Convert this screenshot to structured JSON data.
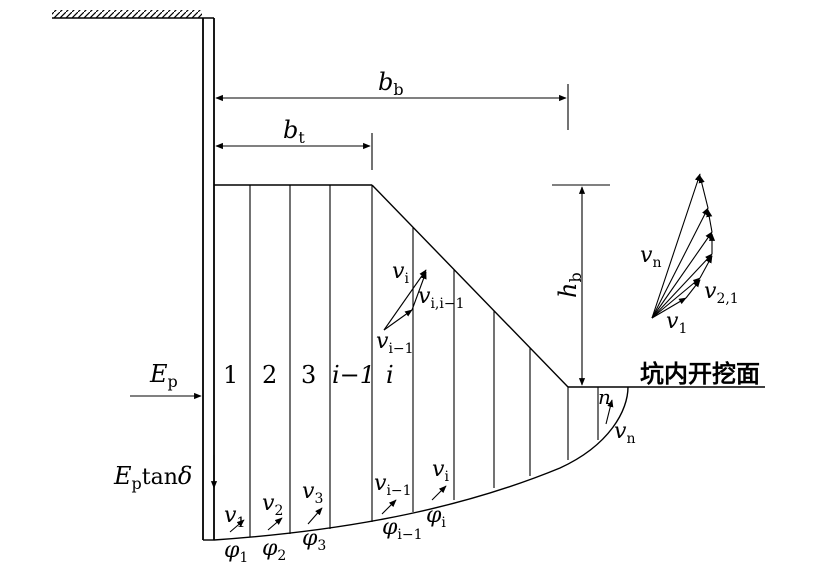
{
  "dimensions": {
    "bb_main": "b",
    "bb_sub": "b",
    "bt_main": "b",
    "bt_sub": "t",
    "hb_main": "h",
    "hb_sub": "b"
  },
  "forces": {
    "ep_main": "E",
    "ep_sub": "p",
    "eptan_main": "E",
    "eptan_sub": "p",
    "eptan_rest": "tan",
    "eptan_delta": "δ"
  },
  "slices": {
    "labels": [
      "1",
      "2",
      "3",
      "i−1",
      "i",
      "n"
    ]
  },
  "velocities": {
    "v1_main": "v",
    "v1_sub": "1",
    "v2_main": "v",
    "v2_sub": "2",
    "v3_main": "v",
    "v3_sub": "3",
    "vim1_main": "v",
    "vim1_sub": "i−1",
    "vi_main": "v",
    "vi_sub": "i",
    "vn_main": "v",
    "vn_sub": "n",
    "vi_mid_main": "v",
    "vi_mid_sub": "i",
    "vii1_main": "v",
    "vii1_sub": "i,i−1",
    "vim1_mid_main": "v",
    "vim1_mid_sub": "i−1",
    "hodo_vn_main": "v",
    "hodo_vn_sub": "n",
    "hodo_v21_main": "v",
    "hodo_v21_sub": "2,1",
    "hodo_v1_main": "v",
    "hodo_v1_sub": "1"
  },
  "angles": {
    "phi1_main": "φ",
    "phi1_sub": "1",
    "phi2_main": "φ",
    "phi2_sub": "2",
    "phi3_main": "φ",
    "phi3_sub": "3",
    "phiim1_main": "φ",
    "phiim1_sub": "i−1",
    "phii_main": "φ",
    "phii_sub": "i"
  },
  "annotation": {
    "excavation_face": "坑内开挖面"
  }
}
